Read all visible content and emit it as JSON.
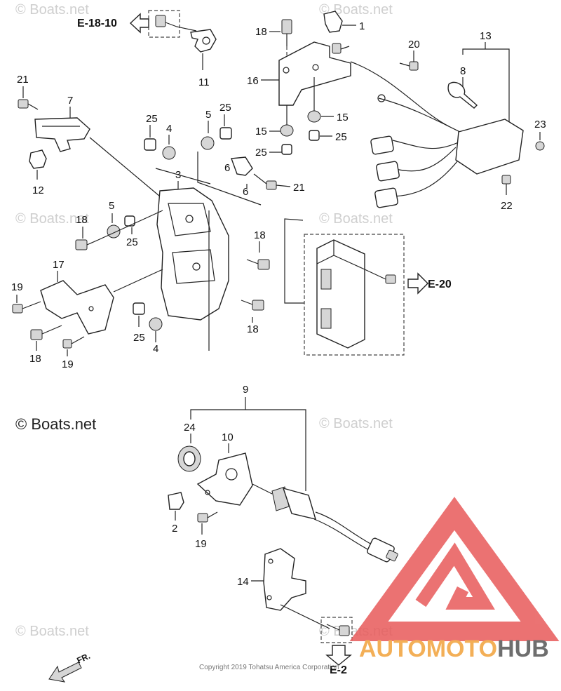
{
  "watermarks": {
    "text": "© Boats.net",
    "strong_text": "© Boats.net"
  },
  "refs": {
    "e18_10": "E-18-10",
    "e20": "E-20",
    "e2": "E-2",
    "front": "FR."
  },
  "callouts": {
    "c1": "1",
    "c2": "2",
    "c3": "3",
    "c4a": "4",
    "c4b": "4",
    "c5a": "5",
    "c5b": "5",
    "c6": "6",
    "c7": "7",
    "c8": "8",
    "c9": "9",
    "c10": "10",
    "c11": "11",
    "c12": "12",
    "c13": "13",
    "c14": "14",
    "c15a": "15",
    "c15b": "15",
    "c16": "16",
    "c17": "17",
    "c18a": "18",
    "c18b": "18",
    "c18c": "18",
    "c18d": "18",
    "c18e": "18",
    "c19a": "19",
    "c19b": "19",
    "c19c": "19",
    "c20": "20",
    "c21a": "21",
    "c21b": "21",
    "c22": "22",
    "c23": "23",
    "c24": "24",
    "c25a": "25",
    "c25b": "25",
    "c25c": "25",
    "c25d": "25",
    "c25e": "25",
    "c25f": "25"
  },
  "copyright": "Copyright 2019 Tohatsu America Corporation",
  "logo": {
    "part1": "AUTO",
    "part2": "MOTO",
    "part3": "HUB",
    "color_red": "#e85a5a",
    "color_orange": "#f2a23a",
    "color_gray": "#555555"
  }
}
